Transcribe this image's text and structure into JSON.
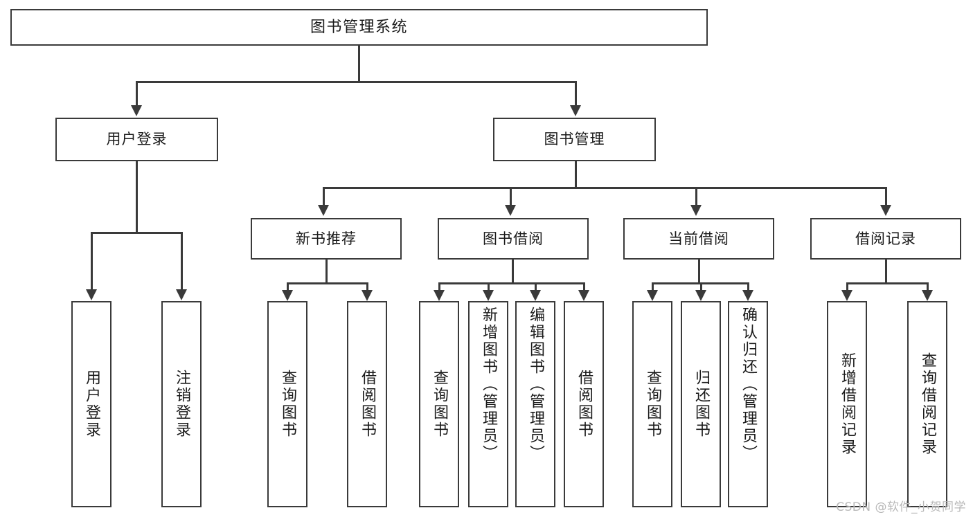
{
  "diagram": {
    "title": "图书管理系统",
    "type": "tree",
    "theme": {
      "background": "#ffffff",
      "border": "#3a3a3a",
      "text": "#1a1a1a",
      "watermark": "#b9b9b9"
    },
    "root": {
      "label": "图书管理系统"
    },
    "level2": [
      {
        "label": "用户登录"
      },
      {
        "label": "图书管理"
      }
    ],
    "level3": [
      {
        "label": "新书推荐"
      },
      {
        "label": "图书借阅"
      },
      {
        "label": "当前借阅"
      },
      {
        "label": "借阅记录"
      }
    ],
    "leaves": {
      "user_login": [
        {
          "label": "用户登录"
        },
        {
          "label": "注销登录"
        }
      ],
      "new_book_recommend": [
        {
          "label": "查询图书"
        },
        {
          "label": "借阅图书"
        }
      ],
      "book_borrow": [
        {
          "label": "查询图书"
        },
        {
          "label": "新增图书（管理员）"
        },
        {
          "label": "编辑图书（管理员）"
        },
        {
          "label": "借阅图书"
        }
      ],
      "current_borrow": [
        {
          "label": "查询图书"
        },
        {
          "label": "归还图书"
        },
        {
          "label": "确认归还（管理员）"
        }
      ],
      "borrow_record": [
        {
          "label": "新增借阅记录"
        },
        {
          "label": "查询借阅记录"
        }
      ]
    }
  },
  "watermark": {
    "text": "CSDN @软件_小贺同学"
  }
}
